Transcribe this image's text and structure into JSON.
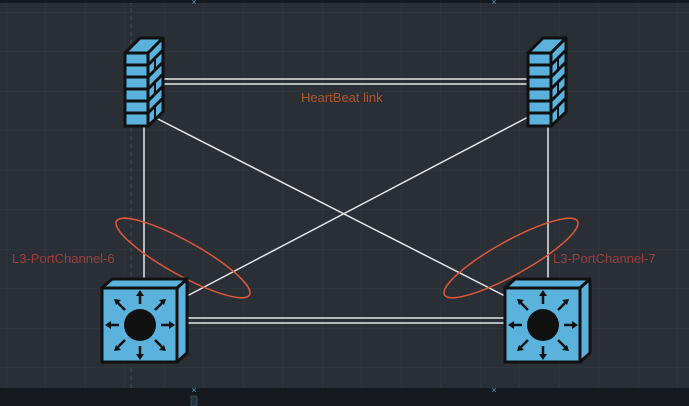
{
  "diagram": {
    "heartbeat_label": "HeartBeat link",
    "port_channel_left": "L3-PortChannel-6",
    "port_channel_right": "L3-PortChannel-7"
  },
  "colors": {
    "background": "#2a2f36",
    "device_fill": "#5bb3dd",
    "link": "#e6e6e6",
    "ellipse": "#e0583a",
    "heartbeat_text": "#b0562a",
    "channel_text": "#9c3f3f"
  },
  "icons": [
    "firewall-icon",
    "layer3-switch-icon"
  ]
}
